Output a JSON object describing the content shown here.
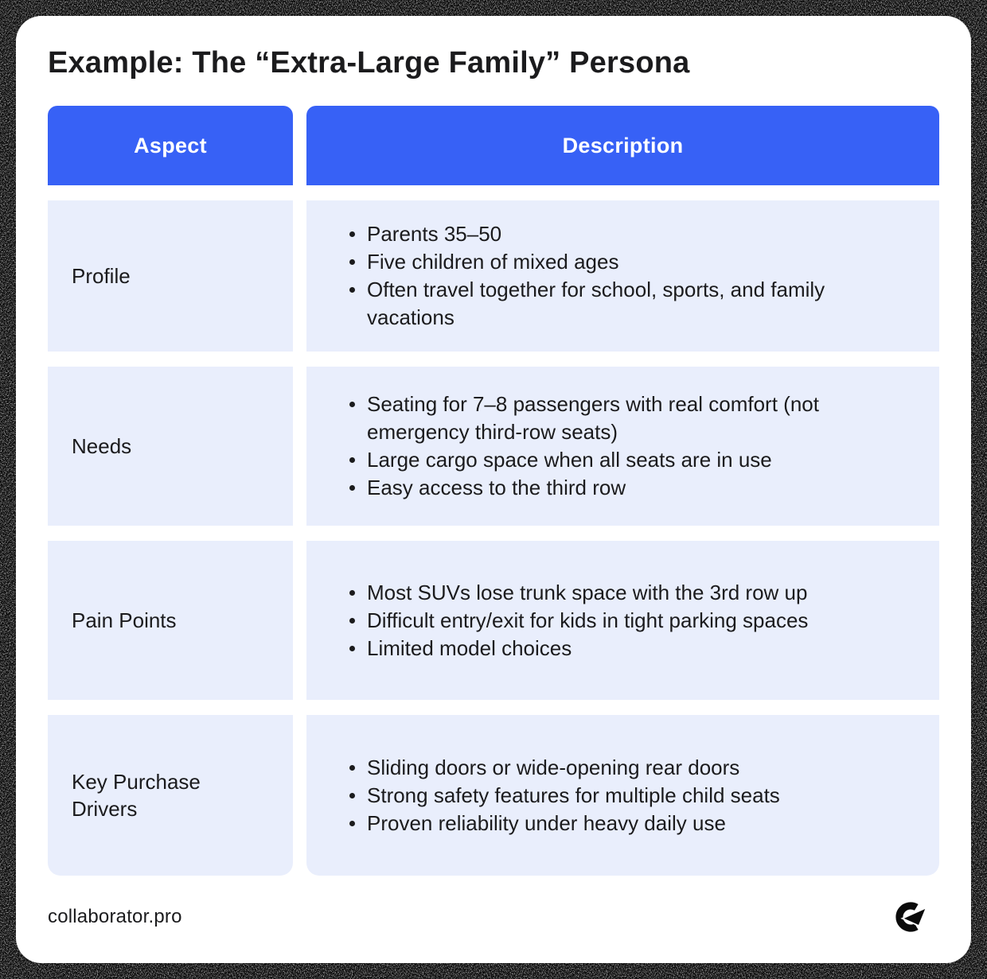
{
  "page": {
    "title": "Example: The “Extra-Large Family” Persona"
  },
  "table": {
    "headers": [
      {
        "label": "Aspect"
      },
      {
        "label": "Description"
      }
    ],
    "rows": [
      {
        "aspect": "Profile",
        "bullets": [
          "Parents 35–50",
          "Five children of mixed ages",
          "Often travel together for school, sports, and family vacations"
        ]
      },
      {
        "aspect": "Needs",
        "bullets": [
          "Seating for 7–8 passengers with real comfort (not emergency third-row seats)",
          "Large cargo space when all seats are in use",
          "Easy access to the third row"
        ]
      },
      {
        "aspect": "Pain Points",
        "bullets": [
          "Most SUVs lose trunk space with the 3rd row up",
          "Difficult entry/exit for kids in tight parking spaces",
          "Limited model choices"
        ]
      },
      {
        "aspect": "Key Purchase Drivers",
        "bullets": [
          "Sliding doors or wide-opening rear doors",
          "Strong safety features for multiple child seats",
          "Proven reliability under heavy daily use"
        ]
      }
    ]
  },
  "footer": {
    "site_name": "collaborator.pro",
    "logo_icon": "c-cursor-logo"
  },
  "colors": {
    "accent_blue": "#3761F6",
    "cell_background": "#E9EEFC",
    "header_text": "#FFFFFF",
    "body_text": "#1B1B1D",
    "frame_black": "#0B0B0B",
    "card_white": "#FFFFFF"
  }
}
